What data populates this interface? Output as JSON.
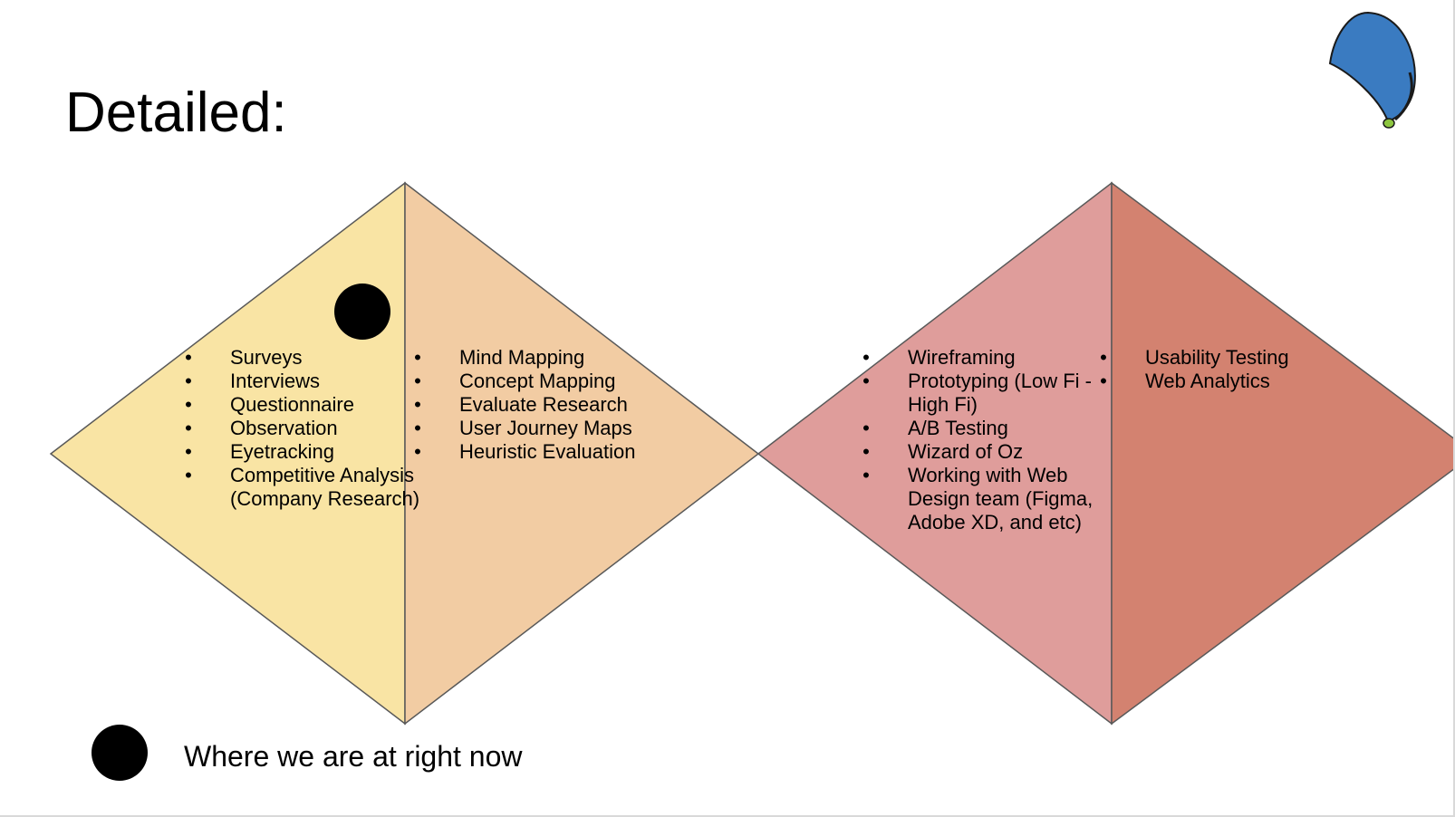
{
  "slide": {
    "title": "Detailed:",
    "colors": {
      "discover": "#f9e4a4",
      "define": "#f2cca3",
      "develop": "#df9d9b",
      "deliver": "#d38270",
      "outline": "#595959",
      "marker": "#000000",
      "balloon": "#3a7bc1",
      "balloon_tie": "#8dc63f"
    },
    "diamonds": [
      {
        "name": "discover",
        "items": [
          "Surveys",
          "Interviews",
          "Questionnaire",
          "Observation",
          "Eyetracking",
          "Competitive Analysis (Company Research)"
        ]
      },
      {
        "name": "define",
        "items": [
          "Mind Mapping",
          "Concept Mapping",
          "Evaluate Research",
          "User Journey Maps",
          "Heuristic Evaluation"
        ]
      },
      {
        "name": "develop",
        "items": [
          "Wireframing",
          "Prototyping (Low Fi - High Fi)",
          "A/B Testing",
          "Wizard of Oz",
          "Working with Web Design team (Figma, Adobe XD, and etc)"
        ]
      },
      {
        "name": "deliver",
        "items": [
          "Usability Testing",
          "Web Analytics"
        ]
      }
    ],
    "legend": {
      "label": "Where we are at right now"
    }
  }
}
